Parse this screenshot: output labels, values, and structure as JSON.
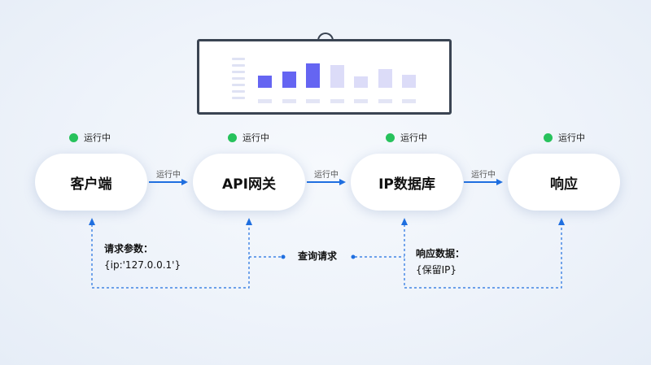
{
  "chart_data": {
    "type": "bar",
    "values": [
      3,
      4,
      6,
      5.5,
      2.7,
      4.6,
      3.1
    ],
    "highlight_count": 3,
    "colors": {
      "highlight": "#6565f2",
      "muted": "#dcdcf8"
    }
  },
  "status_label": "运行中",
  "nodes": {
    "client": "客户端",
    "gateway": "API网关",
    "database": "IP数据库",
    "response": "响应"
  },
  "edges": {
    "e1": "运行中",
    "e2": "运行中",
    "e3": "运行中"
  },
  "notes": {
    "params_title": "请求参数：",
    "params_value": "{ip:'127.0.0.1'}",
    "query": "查询请求",
    "data_title": "响应数据：",
    "data_value": "{保留IP}"
  },
  "colors": {
    "arrow": "#1f6fe0",
    "status_dot": "#27c25c"
  }
}
